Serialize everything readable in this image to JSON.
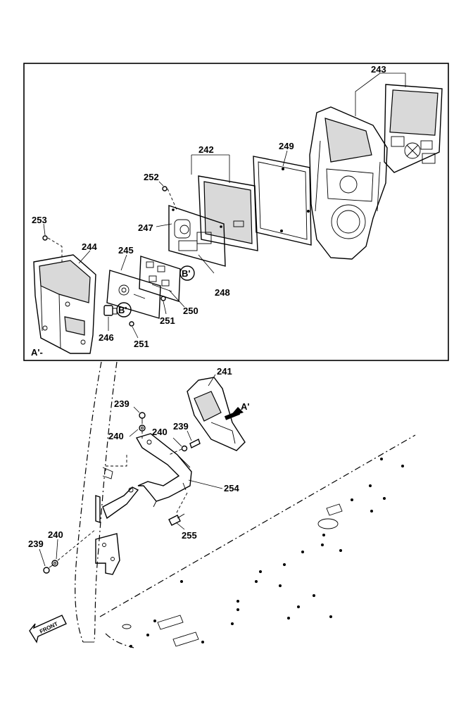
{
  "detail_view": {
    "title": "A'-"
  },
  "callouts": {
    "p253": "253",
    "p244": "244",
    "p245": "245",
    "p252": "252",
    "p247": "247",
    "p242": "242",
    "p249": "249",
    "p243": "243",
    "p248": "248",
    "p250": "250",
    "p251a": "251",
    "p251b": "251",
    "p246": "246",
    "p241": "241",
    "p239a": "239",
    "p239b": "239",
    "p239c": "239",
    "p240a": "240",
    "p240b": "240",
    "p240c": "240",
    "p254": "254",
    "p255": "255"
  },
  "view_markers": {
    "a_prime": "A'",
    "b_prime_1": "B'",
    "b_prime_2": "B'"
  },
  "direction_arrow": {
    "label": "FRONT"
  }
}
